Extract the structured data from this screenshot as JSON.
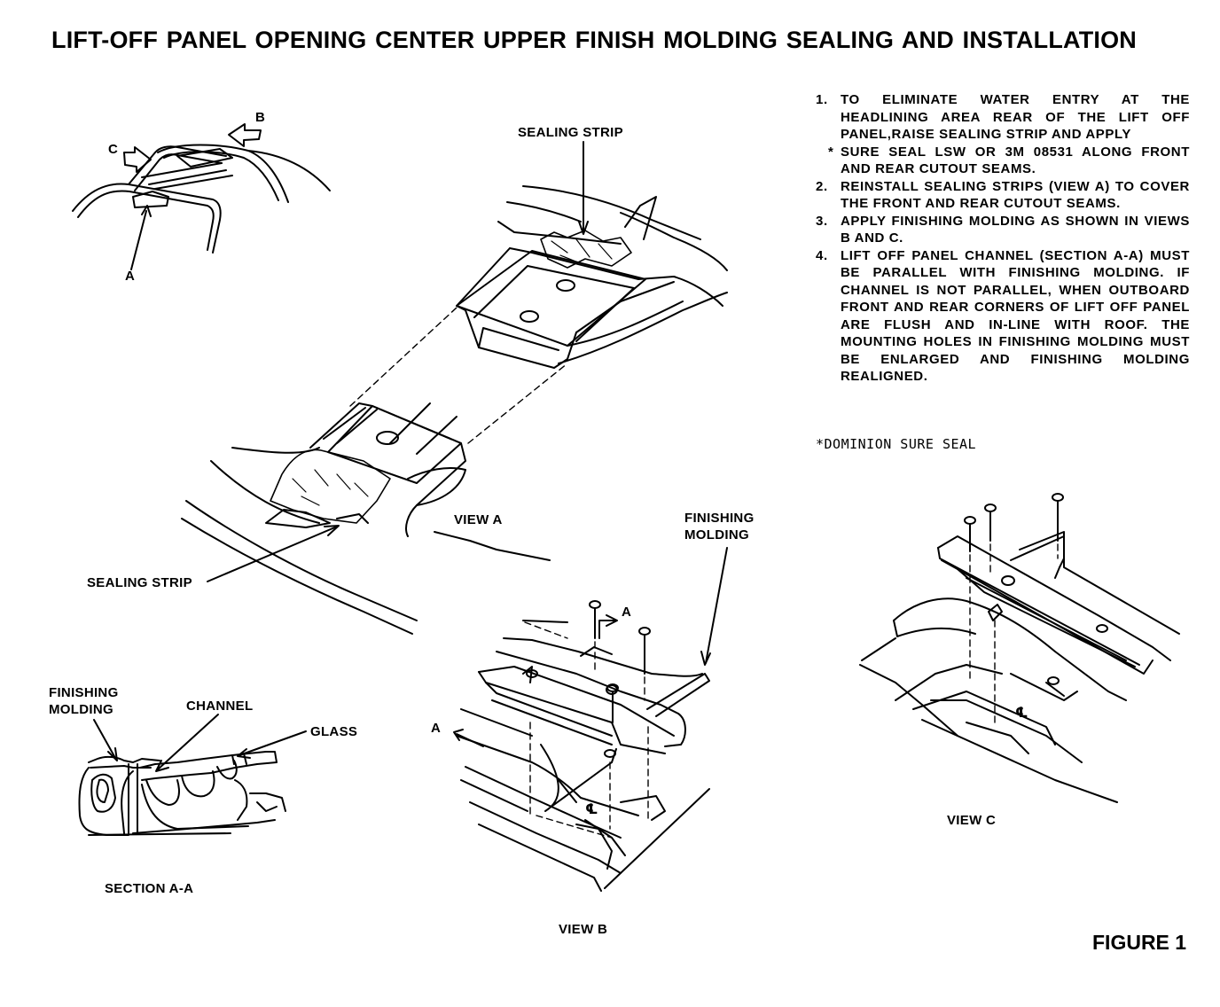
{
  "title": "LIFT-OFF PANEL OPENING CENTER UPPER FINISH MOLDING   SEALING AND INSTALLATION",
  "instructions": [
    {
      "number": "1.",
      "text": "TO ELIMINATE WATER ENTRY AT THE HEADLINING AREA REAR OF THE LIFT OFF PANEL,RAISE SEALING STRIP AND APPLY",
      "continuation_marker": "*",
      "continuation": "SURE SEAL LSW OR  3M 08531 ALONG FRONT AND REAR CUTOUT SEAMS."
    },
    {
      "number": "2.",
      "text": "REINSTALL SEALING STRIPS (VIEW A) TO COVER THE FRONT AND REAR CUTOUT SEAMS."
    },
    {
      "number": "3.",
      "text": "APPLY FINISHING MOLDING AS SHOWN IN VIEWS B AND C."
    },
    {
      "number": "4.",
      "text": "LIFT OFF PANEL CHANNEL (SECTION A-A) MUST BE PARALLEL WITH FINISHING MOLDING. IF CHANNEL IS NOT PARALLEL, WHEN OUTBOARD FRONT AND REAR CORNERS OF LIFT OFF PANEL ARE FLUSH AND IN-LINE WITH ROOF. THE MOUNTING HOLES IN FINISHING MOLDING MUST BE ENLARGED AND FINISHING MOLDING REALIGNED."
    }
  ],
  "footnote": "*DOMINION SURE SEAL",
  "labels": {
    "overview_arrow_b": "B",
    "overview_arrow_c": "C",
    "overview_pointer_a": "A",
    "sealing_strip_top": "SEALING STRIP",
    "sealing_strip_bottom": "SEALING STRIP",
    "view_a": "VIEW A",
    "finishing_molding_b_line1": "FINISHING",
    "finishing_molding_b_line2": "MOLDING",
    "section_arrow_a_top": "A",
    "section_arrow_a_left": "A",
    "view_b": "VIEW B",
    "view_c": "VIEW C",
    "finishing_molding_section_line1": "FINISHING",
    "finishing_molding_section_line2": "MOLDING",
    "channel": "CHANNEL",
    "glass": "GLASS",
    "section_a_a": "SECTION A-A",
    "centerline_b": "℄",
    "centerline_c": "℄"
  },
  "figure_label": "FIGURE 1"
}
